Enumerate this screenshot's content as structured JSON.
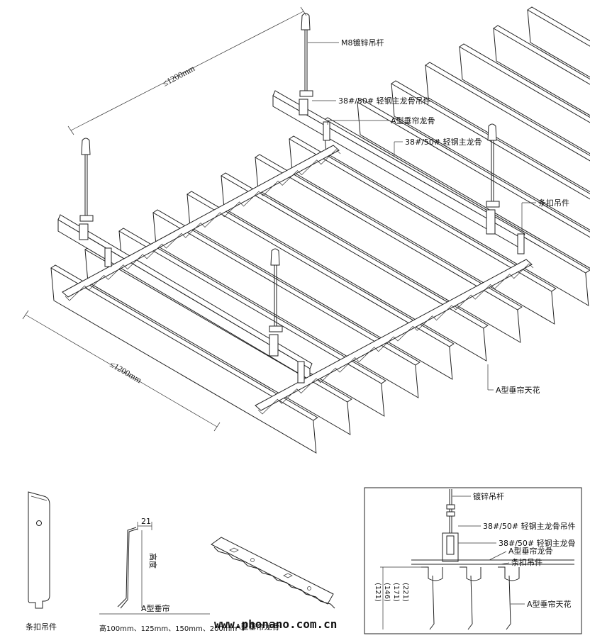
{
  "labels": {
    "m8_rod": "M8镀锌吊杆",
    "main_keel_hanger": "38#/50# 轻钢主龙骨吊件",
    "a_curtain_keel": "A型垂帘龙骨",
    "main_keel": "38#/50# 轻钢主龙骨",
    "clip_hanger": "条扣吊件",
    "a_curtain_ceiling": "A型垂帘天花",
    "dim_top": "≤1200mm",
    "dim_bottom": "≤1200mm"
  },
  "details": {
    "clip_hanger_caption": "条扣吊件",
    "profile_caption": "A型垂帘",
    "profile_width": "21",
    "profile_height_label": "高度",
    "profile_sizes": "高100mm、125mm、150mm、200mm",
    "keel_caption": "A型垂帘龙骨",
    "watermark": "www.phonano.com.cn"
  },
  "section": {
    "rod": "镀锌吊杆",
    "hanger": "38#/50# 轻钢主龙骨吊件",
    "main_keel": "38#/50# 轻钢主龙骨",
    "curtain_keel": "A型垂帘龙骨",
    "clip": "条扣吊件",
    "ceiling": "A型垂帘天花",
    "heights": [
      "(121)",
      "(146)",
      "(171)",
      "(221)"
    ]
  }
}
